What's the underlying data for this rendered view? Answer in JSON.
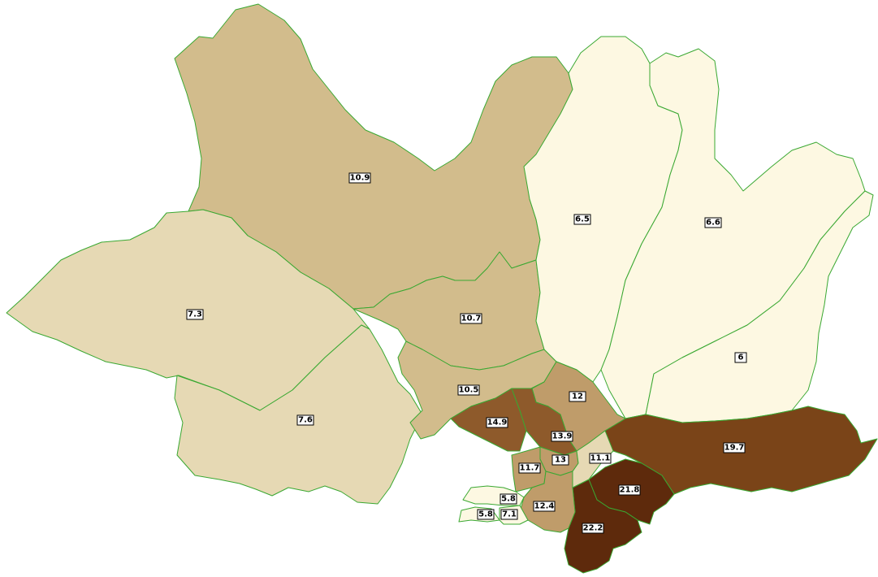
{
  "map": {
    "palette": {
      "very_light": "#fdf8e2",
      "light": "#e6d9b4",
      "medium_light": "#d2bc8c",
      "medium": "#bf9c6a",
      "medium_dark": "#8e5a2b",
      "dark": "#7a4418",
      "darkest": "#5e2a0c",
      "border": "#3aa832"
    },
    "regions": [
      {
        "id": "north-large",
        "label": "10.9",
        "shade": "medium_light"
      },
      {
        "id": "west",
        "label": "7.3",
        "shade": "light"
      },
      {
        "id": "southwest",
        "label": "7.6",
        "shade": "light"
      },
      {
        "id": "central",
        "label": "10.7",
        "shade": "medium_light"
      },
      {
        "id": "central-south",
        "label": "10.5",
        "shade": "medium_light"
      },
      {
        "id": "northeast-a",
        "label": "6.5",
        "shade": "very_light"
      },
      {
        "id": "northeast-b",
        "label": "6.6",
        "shade": "very_light"
      },
      {
        "id": "east",
        "label": "6",
        "shade": "very_light"
      },
      {
        "id": "south-east-strip",
        "label": "19.7",
        "shade": "dark"
      },
      {
        "id": "south-a",
        "label": "21.8",
        "shade": "darkest"
      },
      {
        "id": "south-b",
        "label": "22.2",
        "shade": "darkest"
      },
      {
        "id": "inner-12",
        "label": "12",
        "shade": "medium"
      },
      {
        "id": "inner-14-9",
        "label": "14.9",
        "shade": "medium_dark"
      },
      {
        "id": "inner-13-9",
        "label": "13.9",
        "shade": "medium_dark"
      },
      {
        "id": "inner-13",
        "label": "13",
        "shade": "medium"
      },
      {
        "id": "inner-11-1",
        "label": "11.1",
        "shade": "light"
      },
      {
        "id": "inner-11-7",
        "label": "11.7",
        "shade": "medium"
      },
      {
        "id": "inner-12-4",
        "label": "12.4",
        "shade": "medium"
      },
      {
        "id": "coast-5-8-a",
        "label": "5.8",
        "shade": "very_light"
      },
      {
        "id": "coast-5-8-b",
        "label": "5.8",
        "shade": "very_light"
      },
      {
        "id": "coast-7-1",
        "label": "7.1",
        "shade": "very_light"
      }
    ]
  }
}
